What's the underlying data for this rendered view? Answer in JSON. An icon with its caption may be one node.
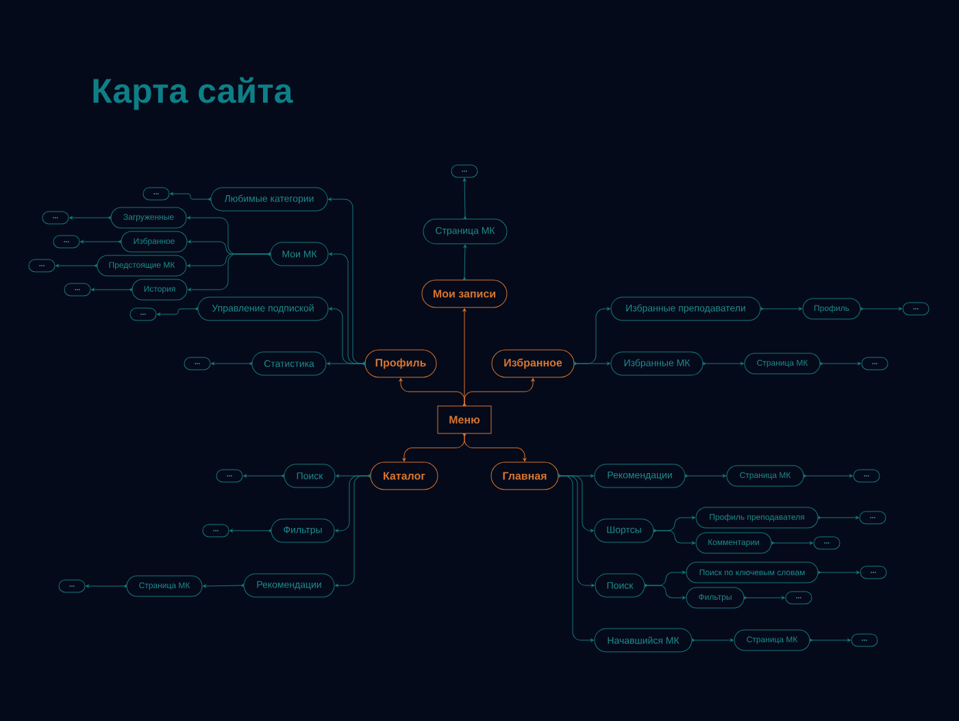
{
  "diagram": {
    "title": "Карта сайта",
    "nodes": [
      {
        "text": [
          "Меню"
        ]
      },
      {
        "text": [
          "Мои записи"
        ]
      },
      {
        "text": [
          "Страница МК"
        ]
      },
      {
        "text": [
          "..."
        ]
      },
      {
        "text": [
          "Профиль"
        ]
      },
      {
        "text": [
          "Любимые категории"
        ]
      },
      {
        "text": [
          "..."
        ]
      },
      {
        "text": [
          "Мои МК"
        ]
      },
      {
        "text": [
          "Загруженные"
        ]
      },
      {
        "text": [
          "..."
        ]
      },
      {
        "text": [
          "Избранное"
        ]
      },
      {
        "text": [
          "..."
        ]
      },
      {
        "text": [
          "Предстоящие МК"
        ]
      },
      {
        "text": [
          "..."
        ]
      },
      {
        "text": [
          "История"
        ]
      },
      {
        "text": [
          "..."
        ]
      },
      {
        "text": [
          "Управление подпиской"
        ]
      },
      {
        "text": [
          "..."
        ]
      },
      {
        "text": [
          "Статистика"
        ]
      },
      {
        "text": [
          "..."
        ]
      },
      {
        "text": [
          "Избранное"
        ]
      },
      {
        "text": [
          "Избранные преподаватели"
        ]
      },
      {
        "text": [
          "Профиль"
        ]
      },
      {
        "text": [
          "..."
        ]
      },
      {
        "text": [
          "Избранные МК"
        ]
      },
      {
        "text": [
          "Страница МК"
        ]
      },
      {
        "text": [
          "..."
        ]
      },
      {
        "text": [
          "Каталог"
        ]
      },
      {
        "text": [
          "Поиск"
        ]
      },
      {
        "text": [
          "..."
        ]
      },
      {
        "text": [
          "Фильтры"
        ]
      },
      {
        "text": [
          "..."
        ]
      },
      {
        "text": [
          "Рекомендации"
        ]
      },
      {
        "text": [
          "Страница МК"
        ]
      },
      {
        "text": [
          "..."
        ]
      },
      {
        "text": [
          "Главная"
        ]
      },
      {
        "text": [
          "Рекомендации"
        ]
      },
      {
        "text": [
          "Страница МК"
        ]
      },
      {
        "text": [
          "..."
        ]
      },
      {
        "text": [
          "Шортсы"
        ]
      },
      {
        "text": [
          "Профиль преподавателя"
        ]
      },
      {
        "text": [
          "..."
        ]
      },
      {
        "text": [
          "Комментарии"
        ]
      },
      {
        "text": [
          "..."
        ]
      },
      {
        "text": [
          "Поиск"
        ]
      },
      {
        "text": [
          "Поиск по ключевым словам"
        ]
      },
      {
        "text": [
          "..."
        ]
      },
      {
        "text": [
          "Фильтры"
        ]
      },
      {
        "text": [
          "..."
        ]
      },
      {
        "text": [
          "Начавшийся МК"
        ]
      },
      {
        "text": [
          "Страница МК"
        ]
      },
      {
        "text": [
          "..."
        ]
      }
    ],
    "edges": [
      {
        "from": 0,
        "to": 1,
        "arrow": "to",
        "color": "#d9762f"
      },
      {
        "from": 1,
        "to": 2,
        "arrow": "to"
      },
      {
        "from": 2,
        "to": 3,
        "arrow": "to"
      },
      {
        "from": 0,
        "to": 4,
        "arrow": "to",
        "color": "#d9762f"
      },
      {
        "from": 0,
        "to": 20,
        "arrow": "to",
        "color": "#d9762f"
      },
      {
        "from": 0,
        "to": 27,
        "arrow": "to",
        "color": "#d9762f"
      },
      {
        "from": 0,
        "to": 35,
        "arrow": "to",
        "color": "#d9762f"
      },
      {
        "from": 4,
        "to": 5,
        "arrow": "to"
      },
      {
        "from": 4,
        "to": 7,
        "arrow": "to"
      },
      {
        "from": 4,
        "to": 16,
        "arrow": "to"
      },
      {
        "from": 4,
        "to": 18,
        "arrow": "to"
      },
      {
        "from": 5,
        "to": 6,
        "arrow": "to"
      },
      {
        "from": 7,
        "to": 8,
        "arrow": "to"
      },
      {
        "from": 7,
        "to": 10,
        "arrow": "to"
      },
      {
        "from": 7,
        "to": 12,
        "arrow": "to"
      },
      {
        "from": 7,
        "to": 14,
        "arrow": "to"
      },
      {
        "from": 16,
        "to": 17,
        "arrow": "to"
      },
      {
        "from": 18,
        "to": 19,
        "arrow": "to"
      },
      {
        "from": 8,
        "to": 9,
        "arrow": "to"
      },
      {
        "from": 10,
        "to": 11,
        "arrow": "to"
      },
      {
        "from": 12,
        "to": 13,
        "arrow": "to"
      },
      {
        "from": 14,
        "to": 15,
        "arrow": "to"
      },
      {
        "from": 20,
        "to": 21,
        "arrow": "to"
      },
      {
        "from": 20,
        "to": 24,
        "arrow": "to"
      },
      {
        "from": 21,
        "to": 22,
        "arrow": "to"
      },
      {
        "from": 22,
        "to": 23,
        "arrow": "to"
      },
      {
        "from": 24,
        "to": 25,
        "arrow": "to"
      },
      {
        "from": 25,
        "to": 26,
        "arrow": "to"
      },
      {
        "from": 27,
        "to": 28,
        "arrow": "to"
      },
      {
        "from": 27,
        "to": 30,
        "arrow": "to"
      },
      {
        "from": 27,
        "to": 32,
        "arrow": "to"
      },
      {
        "from": 28,
        "to": 29,
        "arrow": "to"
      },
      {
        "from": 30,
        "to": 31,
        "arrow": "to"
      },
      {
        "from": 32,
        "to": 33,
        "arrow": "to"
      },
      {
        "from": 33,
        "to": 34,
        "arrow": "to"
      },
      {
        "from": 35,
        "to": 36,
        "arrow": "to"
      },
      {
        "from": 35,
        "to": 39,
        "arrow": "to"
      },
      {
        "from": 35,
        "to": 44,
        "arrow": "to"
      },
      {
        "from": 35,
        "to": 49,
        "arrow": "to"
      },
      {
        "from": 36,
        "to": 37,
        "arrow": "to"
      },
      {
        "from": 37,
        "to": 38,
        "arrow": "to"
      },
      {
        "from": 39,
        "to": 40,
        "arrow": "to"
      },
      {
        "from": 39,
        "to": 42,
        "arrow": "to"
      },
      {
        "from": 40,
        "to": 41,
        "arrow": "to"
      },
      {
        "from": 42,
        "to": 43,
        "arrow": "to"
      },
      {
        "from": 44,
        "to": 45,
        "arrow": "to"
      },
      {
        "from": 44,
        "to": 47,
        "arrow": "to"
      },
      {
        "from": 45,
        "to": 46,
        "arrow": "to"
      },
      {
        "from": 47,
        "to": 48,
        "arrow": "to"
      },
      {
        "from": 49,
        "to": 50,
        "arrow": "to"
      },
      {
        "from": 50,
        "to": 51,
        "arrow": "to"
      }
    ]
  }
}
